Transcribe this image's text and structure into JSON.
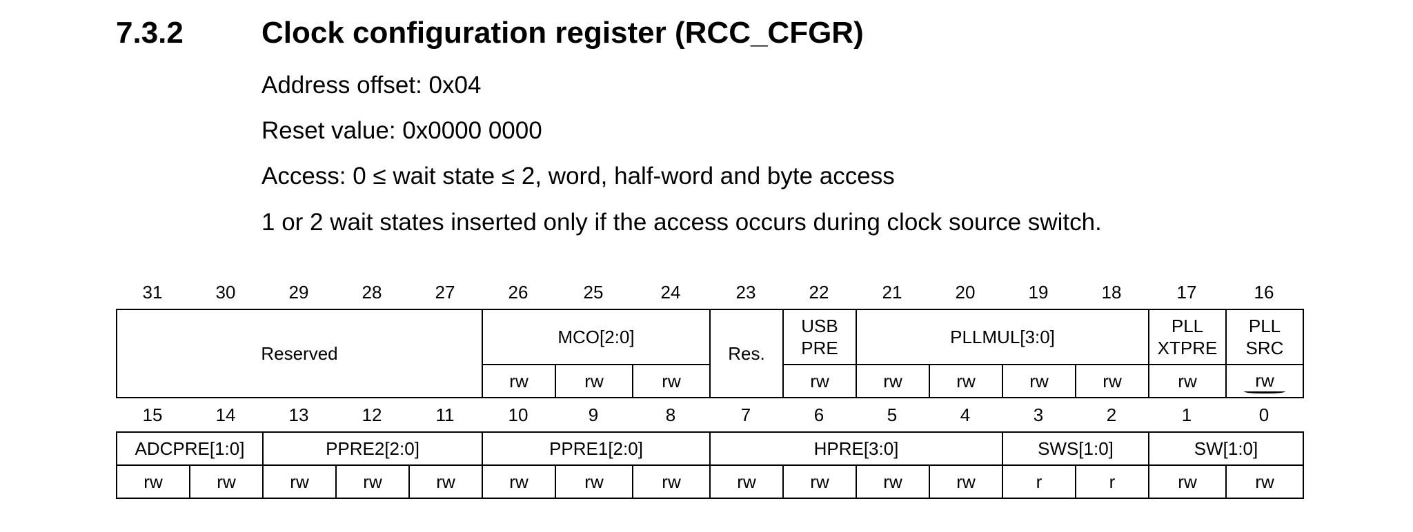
{
  "section": {
    "number": "7.3.2",
    "title": "Clock configuration register (RCC_CFGR)"
  },
  "paragraphs": [
    "Address offset: 0x04",
    "Reset value: 0x0000 0000",
    "Access: 0 ≤ wait state ≤ 2, word, half-word and byte access",
    "1 or 2 wait states inserted only if the access occurs during clock source switch."
  ],
  "register_upper": {
    "bits": [
      "31",
      "30",
      "29",
      "28",
      "27",
      "26",
      "25",
      "24",
      "23",
      "22",
      "21",
      "20",
      "19",
      "18",
      "17",
      "16"
    ],
    "fields": {
      "reserved": "Reserved",
      "mco": "MCO[2:0]",
      "res": "Res.",
      "usbpre_line1": "USB",
      "usbpre_line2": "PRE",
      "pllmul": "PLLMUL[3:0]",
      "pllxtpre_line1": "PLL",
      "pllxtpre_line2": "XTPRE",
      "pllsrc_line1": "PLL",
      "pllsrc_line2": "SRC"
    },
    "access": {
      "b26": "rw",
      "b25": "rw",
      "b24": "rw",
      "b22": "rw",
      "b21": "rw",
      "b20": "rw",
      "b19": "rw",
      "b18": "rw",
      "b17": "rw",
      "b16": "rw"
    }
  },
  "register_lower": {
    "bits": [
      "15",
      "14",
      "13",
      "12",
      "11",
      "10",
      "9",
      "8",
      "7",
      "6",
      "5",
      "4",
      "3",
      "2",
      "1",
      "0"
    ],
    "fields": {
      "adcpre": "ADCPRE[1:0]",
      "ppre2": "PPRE2[2:0]",
      "ppre1": "PPRE1[2:0]",
      "hpre": "HPRE[3:0]",
      "sws": "SWS[1:0]",
      "sw": "SW[1:0]"
    },
    "access": [
      "rw",
      "rw",
      "rw",
      "rw",
      "rw",
      "rw",
      "rw",
      "rw",
      "rw",
      "rw",
      "rw",
      "rw",
      "r",
      "r",
      "rw",
      "rw"
    ]
  }
}
